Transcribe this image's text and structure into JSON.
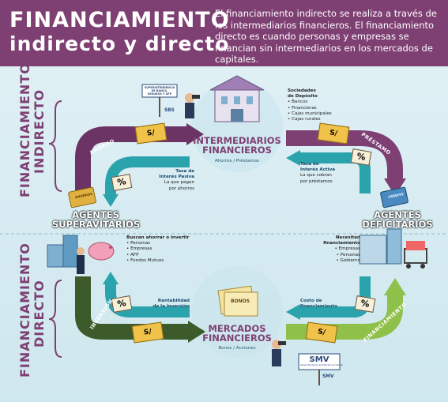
{
  "header": {
    "title_line1": "FINANCIAMIENTO",
    "title_line2": "indirecto y directo",
    "description": "El financiamiento indirecto se realiza a través de los intermediarios financieros. El financiamiento directo es cuando personas y empresas se financian sin intermediarios en los mercados de capitales."
  },
  "side_labels": {
    "indirect_1": "FINANCIAMIENTO",
    "indirect_2": "INDIRECTO",
    "direct_1": "FINANCIAMIENTO",
    "direct_2": "DIRECTO"
  },
  "intermediaries": {
    "title_1": "INTERMEDIARIOS",
    "title_2": "FINANCIEROS",
    "subtitle": "Ahorros / Préstamos",
    "deposits_title_1": "Sociedades",
    "deposits_title_2": "de Depósito",
    "deposits_items": [
      "Bancos",
      "Financieras",
      "Cajas municipales",
      "Cajas rurales"
    ],
    "regulator_sign": "SUPERINTENDENCIA DE BANCA, SEGUROS Y AFP",
    "regulator_label": "SBS"
  },
  "markets": {
    "title_1": "MERCADOS",
    "title_2": "FINANCIEROS",
    "subtitle": "Bonos / Acciones",
    "bond_label": "BONOS",
    "regulator_sign": "SMV",
    "regulator_sign_small": "Superintendencia del Mercado de Valores",
    "regulator_label": "SMV"
  },
  "surplus": {
    "title_1": "AGENTES",
    "title_2": "SUPERAVITARIOS",
    "looking_1": "Buscan ahorrar o invertir",
    "items": [
      "Personas",
      "Empresas",
      "AFP",
      "Fondos Mutuos"
    ],
    "card": "AHORROS"
  },
  "deficit": {
    "title_1": "AGENTES",
    "title_2": "DEFICITARIOS",
    "need_1": "Necesitan",
    "need_2": "financiamiento",
    "items": [
      "Empresas",
      "Personas",
      "Gobierno"
    ],
    "card": "CRÉDITO"
  },
  "arrows": {
    "ahorro": "AHORRO",
    "prestamo": "PRÉSTAMO",
    "inversion": "INVERSIÓN",
    "financiamiento": "FINANCIAMIENTO"
  },
  "rates": {
    "passive_1": "Tasa de",
    "passive_2": "Interés Pasiva",
    "passive_3": "La que pagan",
    "passive_4": "por ahorros",
    "active_1": "Tasa de",
    "active_2": "Interés Activa",
    "active_3": "La que cobran",
    "active_4": "por préstamos",
    "return_1": "Rentabilidad",
    "return_2": "de la inversión",
    "cost_1": "Costo de",
    "cost_2": "financiamiento"
  },
  "symbols": {
    "percent": "%",
    "soles": "S/"
  },
  "colors": {
    "header_bg": "#7e3f73",
    "purple": "#7e3f73",
    "teal": "#2aa3ad",
    "dark_green": "#3c5a2a",
    "light_green": "#8fc04a",
    "money": "#f0c24a"
  }
}
